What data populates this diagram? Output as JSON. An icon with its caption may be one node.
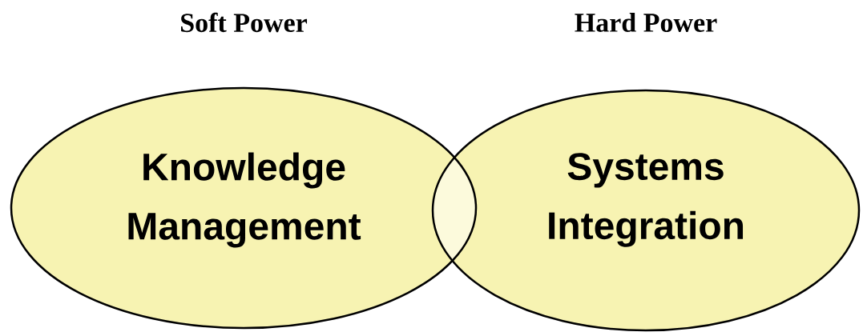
{
  "diagram": {
    "nodes": [
      {
        "text": [
          "Soft Power",
          "Knowledge Management"
        ]
      },
      {
        "text": [
          "Hard Power",
          "Systems Integration"
        ]
      }
    ]
  }
}
